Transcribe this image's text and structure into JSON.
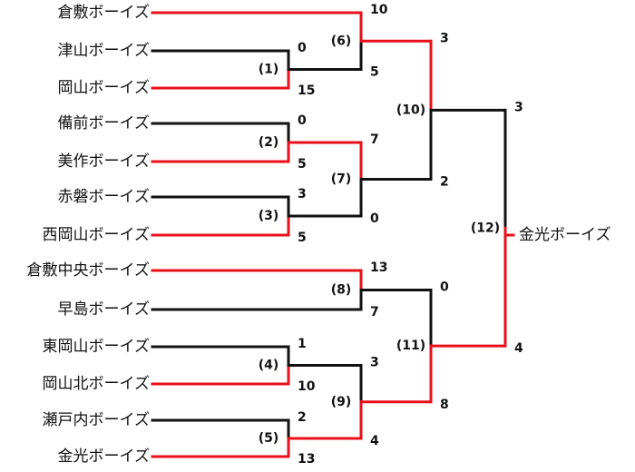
{
  "colors": {
    "win": "#e8101a",
    "lose": "#111111"
  },
  "teams": [
    "倉敷ボーイズ",
    "津山ボーイズ",
    "岡山ボーイズ",
    "備前ボーイズ",
    "美作ボーイズ",
    "赤磐ボーイズ",
    "西岡山ボーイズ",
    "倉敷中央ボーイズ",
    "早島ボーイズ",
    "東岡山ボーイズ",
    "岡山北ボーイズ",
    "瀬戸内ボーイズ",
    "金光ボーイズ"
  ],
  "matches": [
    {
      "label": "(1)",
      "top_score": "0",
      "bottom_score": "15",
      "winner": "bottom"
    },
    {
      "label": "(2)",
      "top_score": "0",
      "bottom_score": "5",
      "winner": "bottom"
    },
    {
      "label": "(3)",
      "top_score": "3",
      "bottom_score": "5",
      "winner": "bottom"
    },
    {
      "label": "(4)",
      "top_score": "1",
      "bottom_score": "10",
      "winner": "bottom"
    },
    {
      "label": "(5)",
      "top_score": "2",
      "bottom_score": "13",
      "winner": "bottom"
    },
    {
      "label": "(6)",
      "top_score": "10",
      "bottom_score": "5",
      "winner": "top"
    },
    {
      "label": "(7)",
      "top_score": "7",
      "bottom_score": "0",
      "winner": "top"
    },
    {
      "label": "(8)",
      "top_score": "13",
      "bottom_score": "7",
      "winner": "top"
    },
    {
      "label": "(9)",
      "top_score": "3",
      "bottom_score": "4",
      "winner": "bottom"
    },
    {
      "label": "(10)",
      "top_score": "3",
      "bottom_score": "2",
      "winner": "top"
    },
    {
      "label": "(11)",
      "top_score": "0",
      "bottom_score": "8",
      "winner": "bottom"
    },
    {
      "label": "(12)",
      "top_score": "3",
      "bottom_score": "4",
      "winner": "bottom"
    }
  ],
  "champion": "金光ボーイズ"
}
